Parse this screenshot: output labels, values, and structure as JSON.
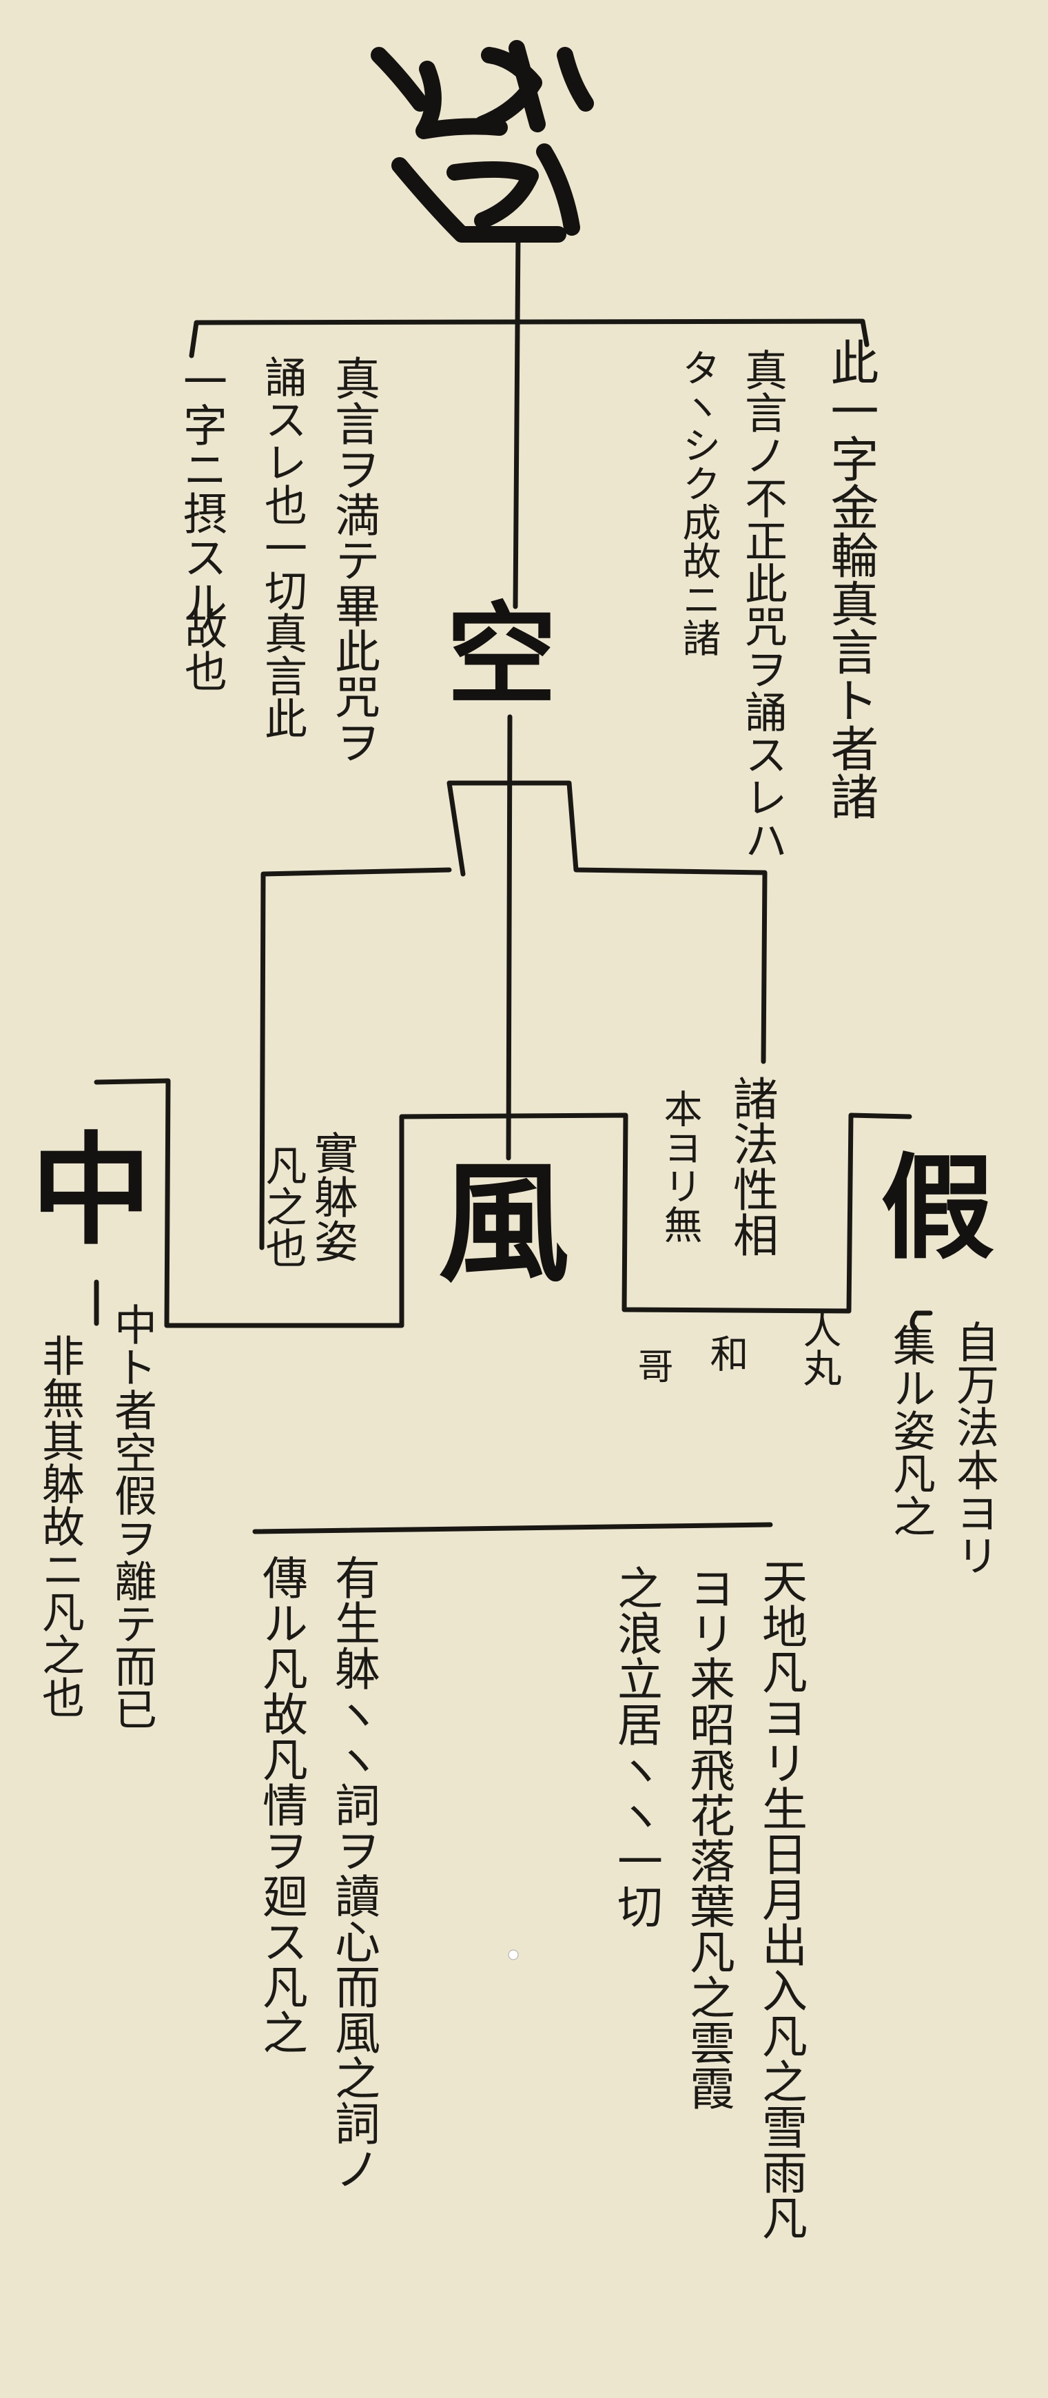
{
  "headings": {
    "ku": "空",
    "fuu": "風",
    "chu": "中",
    "ke": "假"
  },
  "top_branch": {
    "right_line1": "此一字金輪真言ト者諸",
    "right_line2": "真言ノ不正此咒ヲ誦スレハ",
    "right_line3": "タヽシク成故ニ諸",
    "middle_line1": "真言ヲ満テ畢此咒ヲ",
    "middle_line2": "誦スレ也一切真言此",
    "left_line1": "一字ニ摂スル",
    "left_line2": "故也"
  },
  "middle_branch": {
    "right_line1": "諸法性相",
    "right_line2": "本ヨリ無",
    "left_line1": "實躰姿",
    "left_line2": "凡之也"
  },
  "side_notes": {
    "ke_line1": "自万法本ヨリ",
    "ke_line2": "集ル姿凡之",
    "chu_line1": "中ト者空假ヲ離テ而已",
    "chu_line2": "非無其躰故ニ凡之也",
    "waka_line1": "人丸",
    "waka_line2": "和",
    "waka_line3": "哥"
  },
  "bottom_text": {
    "right_line1": "天地凡ヨリ生日月出入凡之雪雨凡",
    "right_line2": "ヨリ来昭飛花落葉凡之雲霞",
    "right_line3": "之浪立居ヽヽ一切",
    "left_line1": "有生躰ヽヽ詞ヲ讀心而風之詞ノ",
    "left_line2": "傳ル凡故凡情ヲ廻ス凡之"
  }
}
